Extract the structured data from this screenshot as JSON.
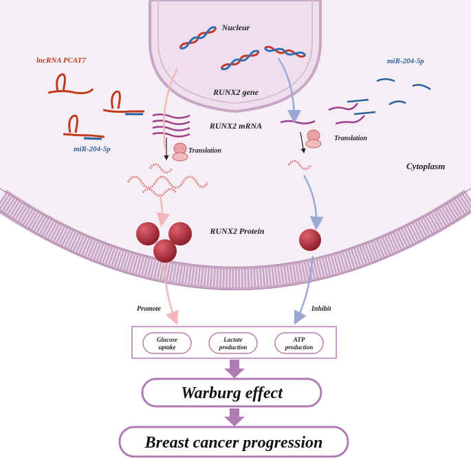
{
  "labels": {
    "nucleus": "Nucleur",
    "gene": "RUNX2 gene",
    "mrna": "RUNX2 mRNA",
    "lncrna": "lncRNA PCAT7",
    "mir_left": "miR-204-5p",
    "mir_right": "miR-204-5p",
    "translation_left": "Translation",
    "translation_right": "Translation",
    "cytoplasm": "Cytoplasm",
    "protein": "RUNX2 Protein",
    "promote": "Promote",
    "inhibit": "Inhibit"
  },
  "processes": [
    {
      "line1": "Glucose",
      "line2": "uptake"
    },
    {
      "line1": "Lactate",
      "line2": "production"
    },
    {
      "line1": "ATP",
      "line2": "production"
    }
  ],
  "outcomes": {
    "warburg": "Warburg effect",
    "progression": "Breast cancer progression"
  },
  "colors": {
    "cell_fill": "#f6eef5",
    "membrane_outer": "#c9a8c6",
    "membrane_inner": "#e7d3e4",
    "nucleus_fill": "#efdfee",
    "nucleus_stroke": "#c8a6c6",
    "lnc_red": "#c03b1e",
    "mir_blue": "#2a5e9c",
    "mrna_purple": "#9c3e8c",
    "protein_red": "#a82a35",
    "promote_arrow": "#f0b8b8",
    "inhibit_arrow": "#9aa8d6",
    "box_purple": "#b47cb4",
    "big_arrow": "#b07ab5"
  }
}
